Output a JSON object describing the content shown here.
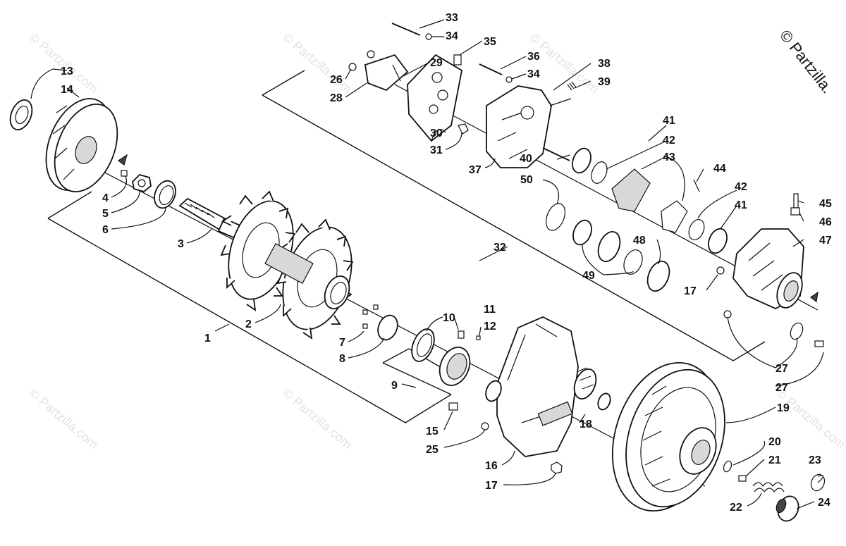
{
  "watermark": "© Partzilla.com",
  "copyright": "© Partzilla.",
  "callouts": [
    {
      "id": "1",
      "text": "1"
    },
    {
      "id": "2",
      "text": "2"
    },
    {
      "id": "3",
      "text": "3"
    },
    {
      "id": "4",
      "text": "4"
    },
    {
      "id": "5",
      "text": "5"
    },
    {
      "id": "6",
      "text": "6"
    },
    {
      "id": "7",
      "text": "7"
    },
    {
      "id": "8",
      "text": "8"
    },
    {
      "id": "9",
      "text": "9"
    },
    {
      "id": "10",
      "text": "10"
    },
    {
      "id": "11",
      "text": "11"
    },
    {
      "id": "12",
      "text": "12"
    },
    {
      "id": "13",
      "text": "13"
    },
    {
      "id": "14",
      "text": "14"
    },
    {
      "id": "15",
      "text": "15"
    },
    {
      "id": "16",
      "text": "16"
    },
    {
      "id": "17a",
      "text": "17"
    },
    {
      "id": "17b",
      "text": "17"
    },
    {
      "id": "18",
      "text": "18"
    },
    {
      "id": "19",
      "text": "19"
    },
    {
      "id": "20",
      "text": "20"
    },
    {
      "id": "21",
      "text": "21"
    },
    {
      "id": "22",
      "text": "22"
    },
    {
      "id": "23",
      "text": "23"
    },
    {
      "id": "24",
      "text": "24"
    },
    {
      "id": "25",
      "text": "25"
    },
    {
      "id": "26",
      "text": "26"
    },
    {
      "id": "27a",
      "text": "27"
    },
    {
      "id": "27b",
      "text": "27"
    },
    {
      "id": "28",
      "text": "28"
    },
    {
      "id": "29",
      "text": "29"
    },
    {
      "id": "30",
      "text": "30"
    },
    {
      "id": "31",
      "text": "31"
    },
    {
      "id": "32",
      "text": "32"
    },
    {
      "id": "33",
      "text": "33"
    },
    {
      "id": "34a",
      "text": "34"
    },
    {
      "id": "34b",
      "text": "34"
    },
    {
      "id": "35",
      "text": "35"
    },
    {
      "id": "36",
      "text": "36"
    },
    {
      "id": "37",
      "text": "37"
    },
    {
      "id": "38",
      "text": "38"
    },
    {
      "id": "39",
      "text": "39"
    },
    {
      "id": "40",
      "text": "40"
    },
    {
      "id": "41a",
      "text": "41"
    },
    {
      "id": "41b",
      "text": "41"
    },
    {
      "id": "42a",
      "text": "42"
    },
    {
      "id": "42b",
      "text": "42"
    },
    {
      "id": "43",
      "text": "43"
    },
    {
      "id": "44",
      "text": "44"
    },
    {
      "id": "45",
      "text": "45"
    },
    {
      "id": "46",
      "text": "46"
    },
    {
      "id": "47",
      "text": "47"
    },
    {
      "id": "48",
      "text": "48"
    },
    {
      "id": "49",
      "text": "49"
    },
    {
      "id": "50",
      "text": "50"
    }
  ]
}
